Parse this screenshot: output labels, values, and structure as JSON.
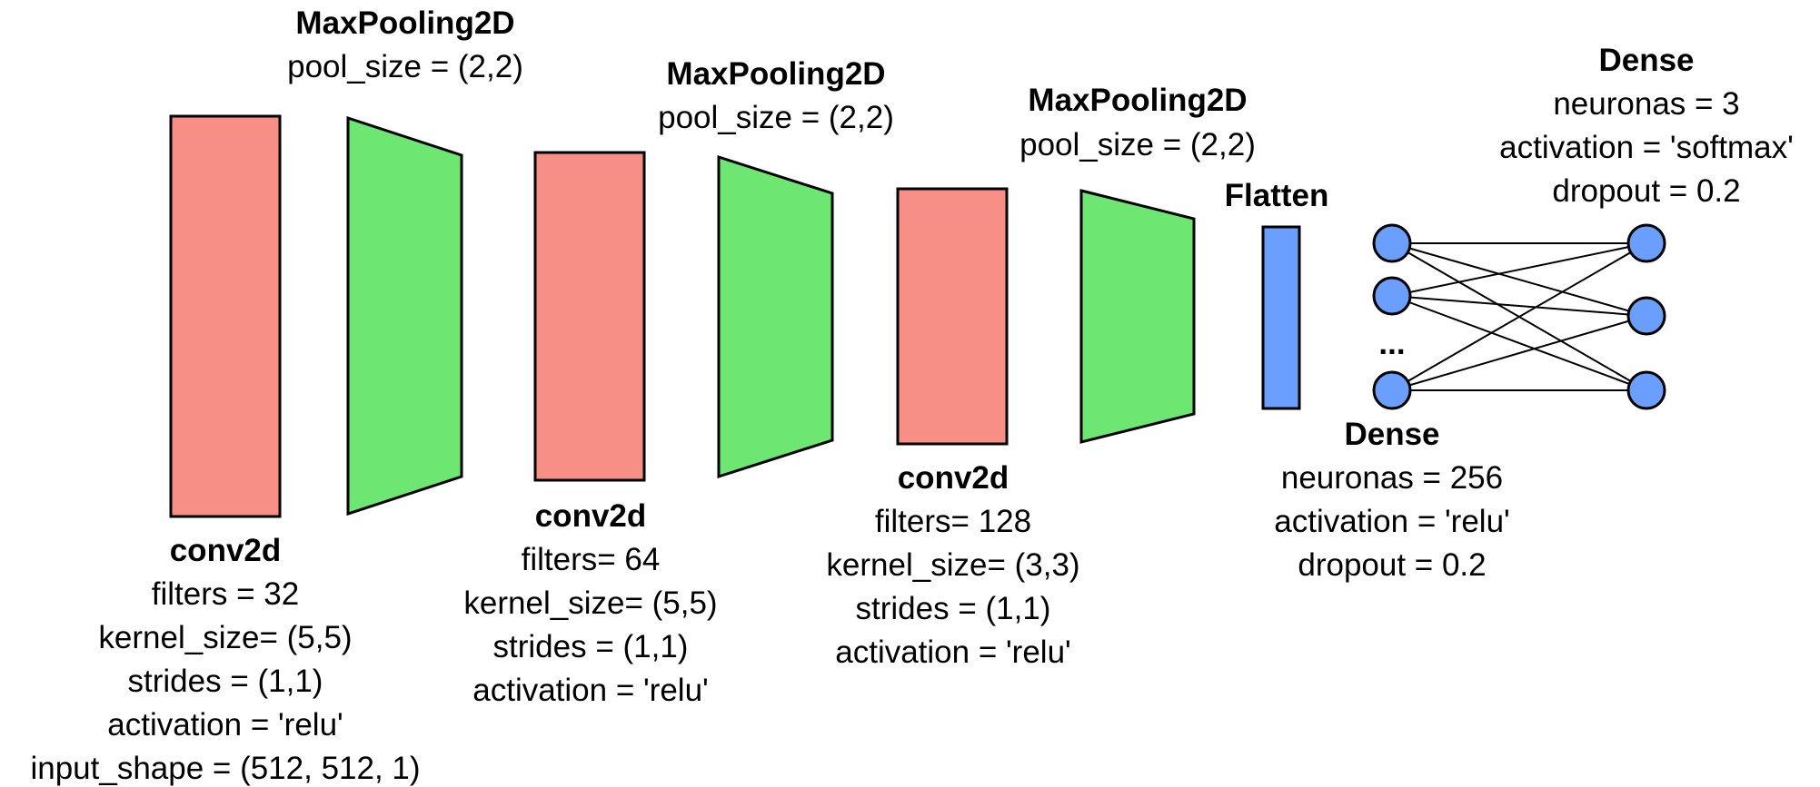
{
  "colors": {
    "conv": "#f88f87",
    "pool": "#6de672",
    "flatten": "#6a9eff",
    "neuron": "#6a9eff",
    "stroke": "#000000"
  },
  "conv1": {
    "title": "conv2d",
    "lines": [
      "filters = 32",
      "kernel_size= (5,5)",
      "strides = (1,1)",
      "activation = 'relu'",
      "input_shape = (512, 512, 1)"
    ]
  },
  "pool1": {
    "title": "MaxPooling2D",
    "lines": [
      "pool_size = (2,2)"
    ]
  },
  "conv2": {
    "title": "conv2d",
    "lines": [
      "filters= 64",
      "kernel_size= (5,5)",
      "strides = (1,1)",
      "activation = 'relu'"
    ]
  },
  "pool2": {
    "title": "MaxPooling2D",
    "lines": [
      "pool_size = (2,2)"
    ]
  },
  "conv3": {
    "title": "conv2d",
    "lines": [
      "filters= 128",
      "kernel_size= (3,3)",
      "strides = (1,1)",
      "activation = 'relu'"
    ]
  },
  "pool3": {
    "title": "MaxPooling2D",
    "lines": [
      "pool_size = (2,2)"
    ]
  },
  "flatten": {
    "title": "Flatten"
  },
  "dense1": {
    "title": "Dense",
    "lines": [
      "neuronas = 256",
      "activation = 'relu'",
      "dropout = 0.2"
    ],
    "ellipsis": "..."
  },
  "dense2": {
    "title": "Dense",
    "lines": [
      "neuronas = 3",
      "activation = 'softmax'",
      "dropout = 0.2"
    ]
  }
}
